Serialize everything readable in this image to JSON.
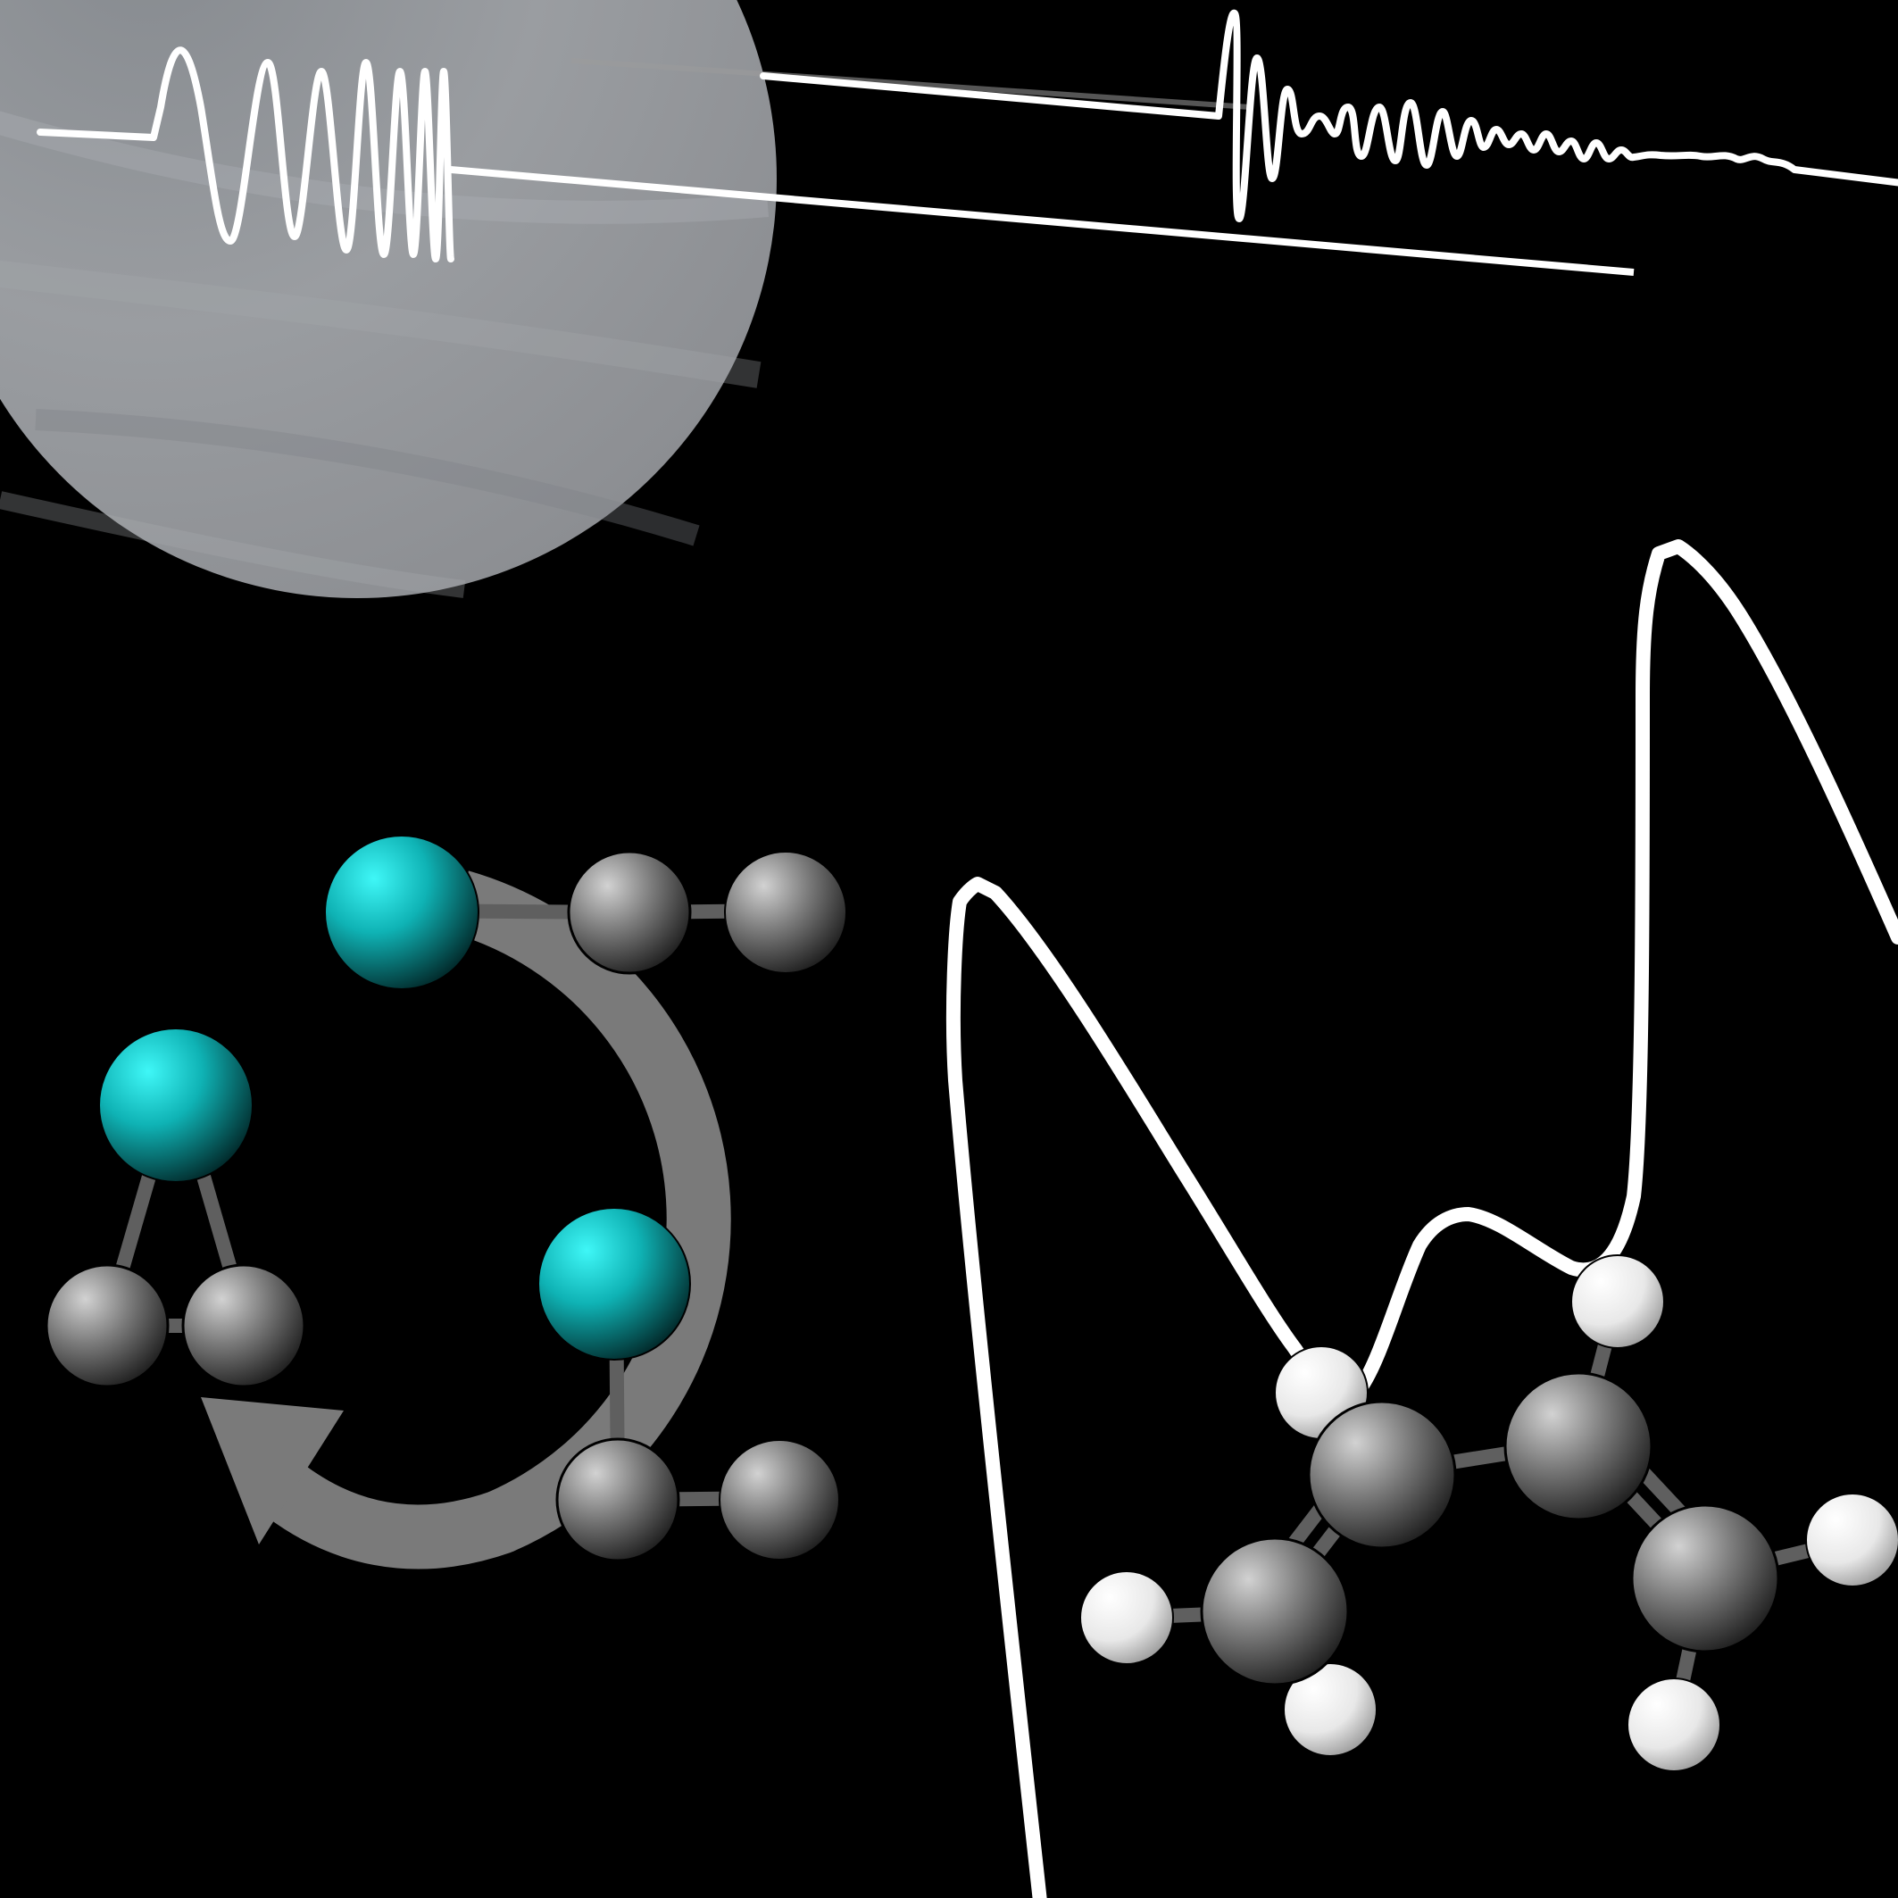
{
  "colors": {
    "background": "#000000",
    "trace": "#ffffff",
    "bond": "#5f5f5f",
    "arrow": "#7a7a7a",
    "vesselFill": "#8f9296",
    "metalAtom": "#12c9cc",
    "carbonAtom": "#8a8a8a",
    "hydrogenAtom": "#f2f2f2"
  },
  "elements": {
    "vessel": "gray-sphere-vessel",
    "chirpedPulse": "chirped-pulse-waveform",
    "freeInductionDecay": "decaying-signal-waveform",
    "energyProfile": "reaction-energy-profile",
    "catalyticCycle": "curved-cycle-arrow",
    "product": "butadiene-molecule"
  }
}
